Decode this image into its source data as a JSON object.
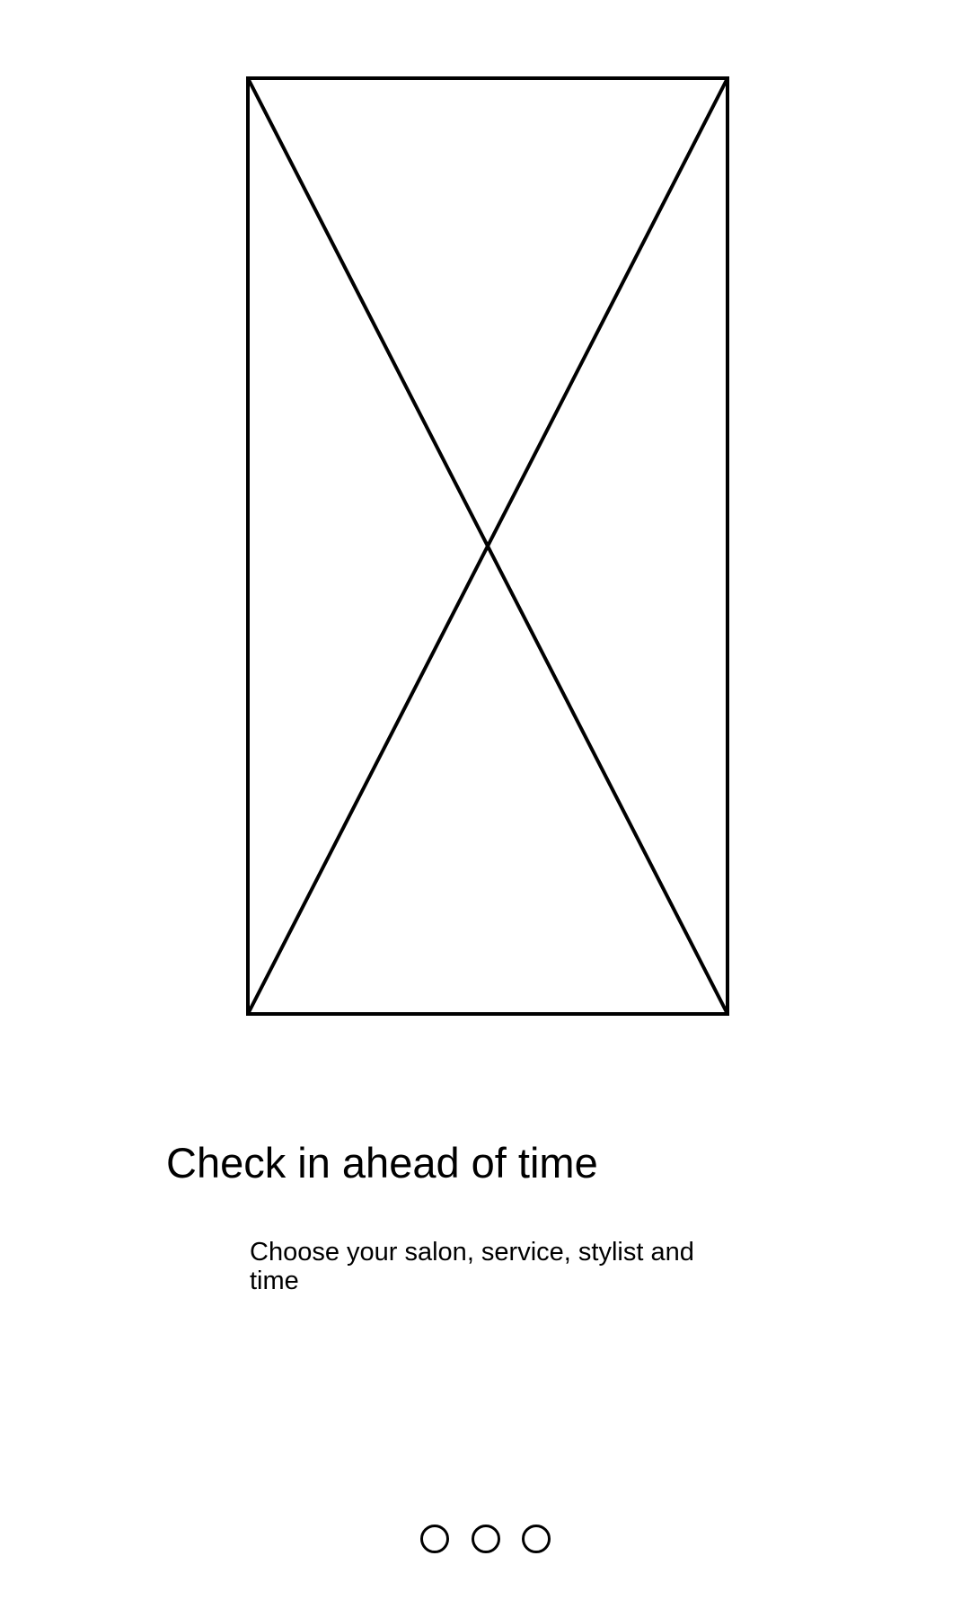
{
  "onboarding": {
    "hero_image": {
      "icon": "image-placeholder-icon",
      "stroke_color": "#000000"
    },
    "title": "Check in ahead of time",
    "subtitle": "Choose your salon, service, stylist and time",
    "pager": {
      "page_count": 3,
      "dot_border_color": "#000000"
    }
  },
  "colors": {
    "background": "#ffffff",
    "foreground": "#000000"
  }
}
